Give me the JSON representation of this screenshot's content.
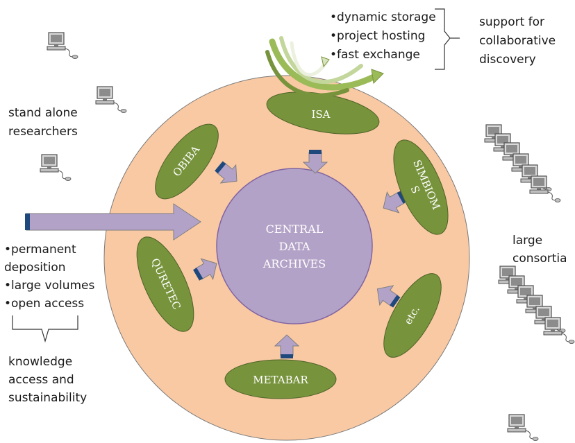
{
  "center": {
    "lines": [
      "CENTRAL",
      "DATA",
      "ARCHIVES"
    ]
  },
  "nodes": {
    "isa": "ISA",
    "obiba": "OBIBA",
    "simbioms": [
      "SIMBIOM",
      "S"
    ],
    "quretec": "QURETEC",
    "etc": "etc.",
    "metabar": "METABAR"
  },
  "top_features": [
    "•dynamic storage",
    "•project hosting",
    "•fast exchange"
  ],
  "support_label": [
    "support for",
    "collaborative",
    "discovery"
  ],
  "standalone_label": [
    "stand alone",
    "researchers"
  ],
  "consortia_label": [
    "large",
    "consortia"
  ],
  "deposition_features": [
    "•permanent",
    "deposition",
    "•large volumes",
    "•open access"
  ],
  "knowledge_label": [
    "knowledge",
    "access and",
    "sustainability"
  ],
  "colors": {
    "outer_ring": "#f9c9a3",
    "node_green": "#77933c",
    "center_purple": "#b3a2c7",
    "arrow_fill": "#b3a2c7",
    "arrow_cap": "#1f497d",
    "swirl_green": "#9bbb59"
  },
  "icons": [
    "computer-icon"
  ]
}
